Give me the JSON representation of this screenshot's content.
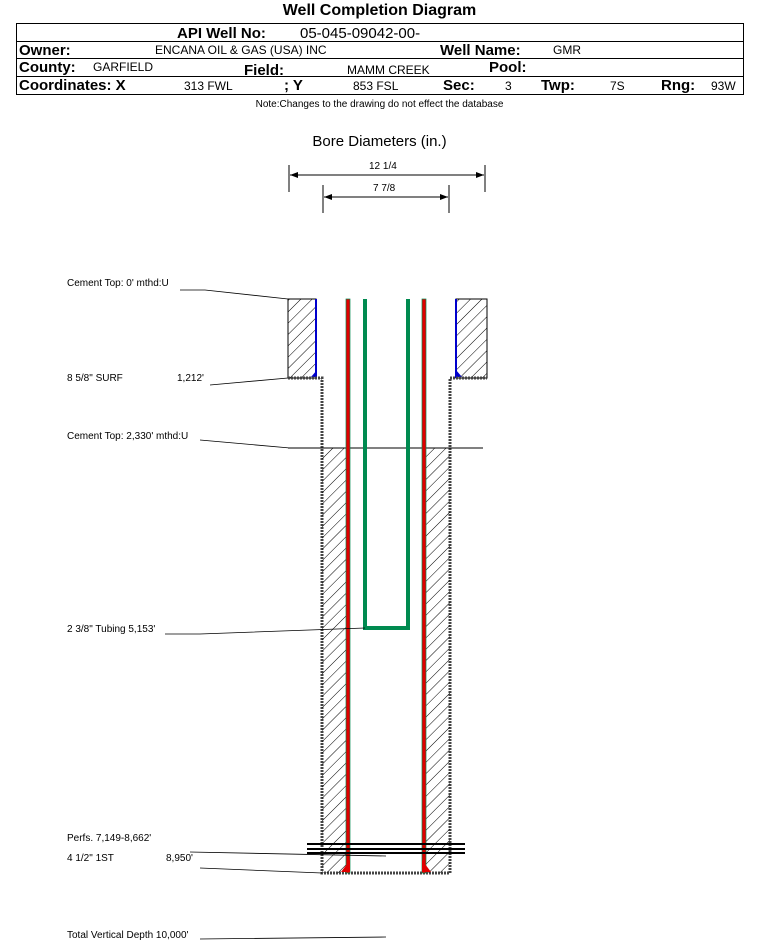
{
  "title": "Well Completion Diagram",
  "header": {
    "api_label": "API Well No:",
    "api_value": "05-045-09042-00-",
    "owner_label": "Owner:",
    "owner_value": "ENCANA OIL & GAS (USA) INC",
    "well_name_label": "Well Name:",
    "well_name_value": "GMR",
    "county_label": "County:",
    "county_value": "GARFIELD",
    "field_label": "Field:",
    "field_value": "MAMM CREEK",
    "pool_label": "Pool:",
    "coord_x_label": "Coordinates: X",
    "coord_x_value": "313 FWL",
    "coord_y_label": "; Y",
    "coord_y_value": "853 FSL",
    "sec_label": "Sec:",
    "sec_value": "3",
    "twp_label": "Twp:",
    "twp_value": "7S",
    "rng_label": "Rng:",
    "rng_value": "93W"
  },
  "note": "Note:Changes to the drawing do not effect the database",
  "bore": {
    "title": "Bore Diameters (in.)",
    "outer": "12 1/4",
    "inner": "7 7/8"
  },
  "labels": {
    "cement_top_1": "Cement Top: 0' mthd:U",
    "surf_casing": "8 5/8\" SURF",
    "surf_depth": "1,212'",
    "cement_top_2": "Cement Top: 2,330' mthd:U",
    "tubing": "2 3/8\" Tubing 5,153'",
    "perfs": "Perfs. 7,149-8,662'",
    "prod_casing": "4 1/2\" 1ST",
    "prod_depth": "8,950'",
    "tvd": "Total Vertical Depth 10,000'"
  },
  "colors": {
    "casing": "#e00000",
    "tubing": "#008a50",
    "cement_edge": "#0000cc"
  }
}
